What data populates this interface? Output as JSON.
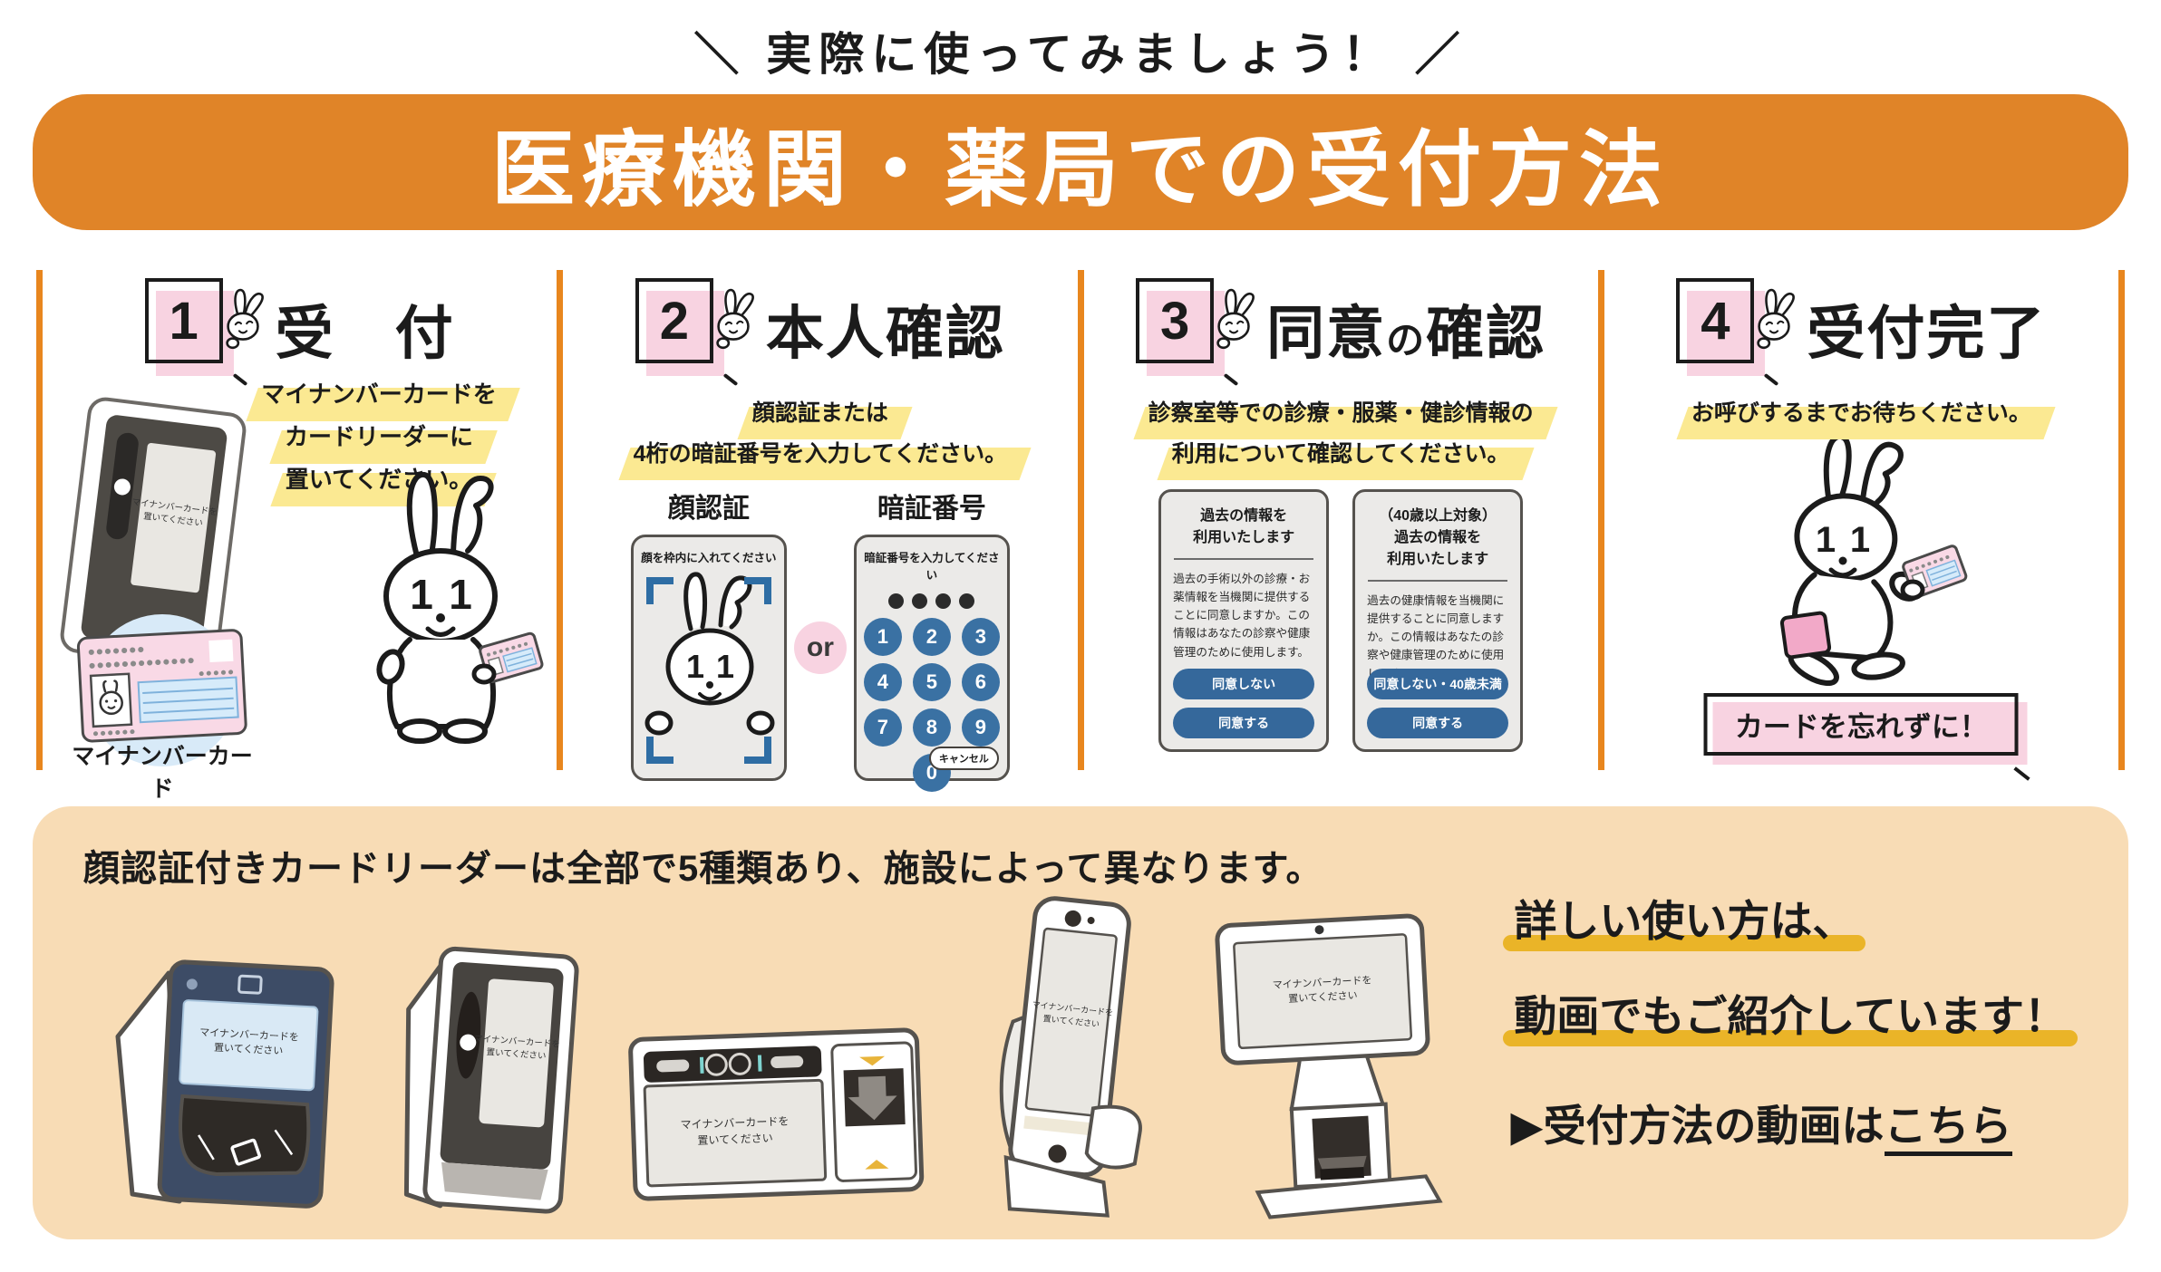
{
  "colors": {
    "accent_orange": "#E08428",
    "highlight_yellow": "#FBE992",
    "underline_gold": "#EAB428",
    "pink": "#F8D3E1",
    "consent_button_blue": "#35689B",
    "keypad_blue": "#3A71A3",
    "bracket_blue": "#2E6DA4",
    "bottom_beige": "#F8DCB5"
  },
  "header": {
    "tagline": "＼ 実際に使ってみましょう！ ／",
    "banner_title": "医療機関・薬局での受付方法"
  },
  "reader_screen": {
    "line1": "マイナンバーカードを",
    "line2": "置いてください"
  },
  "steps": [
    {
      "number": "1",
      "title": "受　付",
      "desc_lines": [
        "マイナンバーカードを",
        "カードリーダーに",
        "置いてください。"
      ],
      "card_label": "マイナンバーカード"
    },
    {
      "number": "2",
      "title": "本人確認",
      "desc_lines": [
        "顔認証または",
        "4桁の暗証番号を入力してください。"
      ],
      "face_panel": {
        "label": "顔認証",
        "instruction": "顔を枠内に入れてください"
      },
      "or_label": "or",
      "pin_panel": {
        "label": "暗証番号",
        "instruction": "暗証番号を入力してください",
        "keys": [
          "1",
          "2",
          "3",
          "4",
          "5",
          "6",
          "7",
          "8",
          "9",
          "0"
        ],
        "cancel_label": "キャンセル"
      }
    },
    {
      "number": "3",
      "title_parts": [
        "同意",
        "の",
        "確認"
      ],
      "desc_lines": [
        "診察室等での診療・服薬・健診情報の",
        "利用について確認してください。"
      ],
      "consent_panels": [
        {
          "title_lines": [
            "過去の情報を",
            "利用いたします"
          ],
          "body": "過去の手術以外の診療・お薬情報を当機関に提供することに同意しますか。この情報はあなたの診察や健康管理のために使用します。",
          "buttons": [
            "同意しない",
            "同意する"
          ]
        },
        {
          "title_lines": [
            "（40歳以上対象）",
            "過去の情報を",
            "利用いたします"
          ],
          "body": "過去の健康情報を当機関に提供することに同意しますか。この情報はあなたの診察や健康管理のために使用します。",
          "buttons": [
            "同意しない・40歳未満",
            "同意する"
          ]
        }
      ]
    },
    {
      "number": "4",
      "title": "受付完了",
      "desc_lines": [
        "お呼びするまでお待ちください。"
      ],
      "reminder": "カードを忘れずに！"
    }
  ],
  "bottom": {
    "heading": "顔認証付きカードリーダーは全部で5種類あり、施設によって異なります。",
    "info_lines": [
      "詳しい使い方は、",
      "動画でもご紹介しています！"
    ],
    "video_icon": "▶",
    "video_prefix": "受付方法の動画は",
    "video_link": "こちら"
  }
}
